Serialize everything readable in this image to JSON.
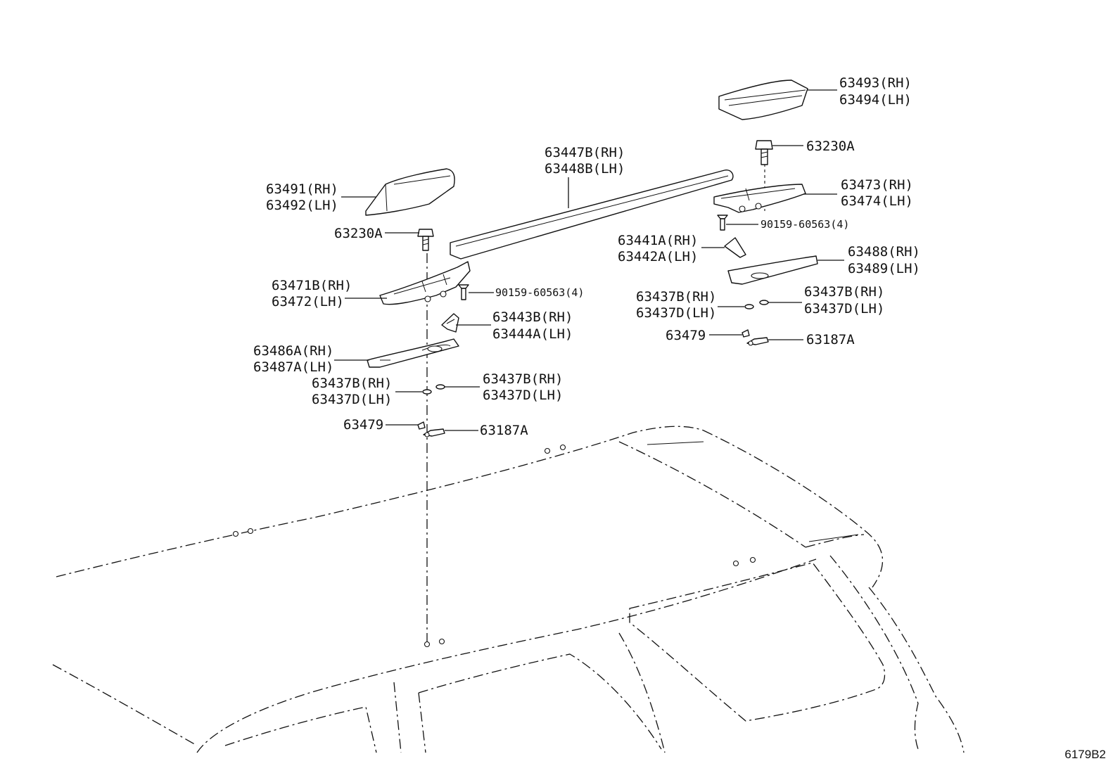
{
  "labels": {
    "end_cover_front_rh": "63491(RH)",
    "end_cover_front_lh": "63492(LH)",
    "bolt_front": "63230A",
    "rail_rh": "63447B(RH)",
    "rail_lh": "63448B(LH)",
    "leg_front_rh": "63471B(RH)",
    "leg_front_lh": "63472(LH)",
    "screw_front": "90159-60563(4)",
    "bracket_front_rh": "63443B(RH)",
    "bracket_front_lh": "63444A(LH)",
    "pad_front_rh": "63486A(RH)",
    "pad_front_lh": "63487A(LH)",
    "clip_front_left_rh": "63437B(RH)",
    "clip_front_left_lh": "63437D(LH)",
    "clip_front_right_rh": "63437B(RH)",
    "clip_front_right_lh": "63437D(LH)",
    "nut_front": "63479",
    "stud_front": "63187A",
    "end_cover_rear_rh": "63493(RH)",
    "end_cover_rear_lh": "63494(LH)",
    "bolt_rear": "63230A",
    "leg_rear_rh": "63473(RH)",
    "leg_rear_lh": "63474(LH)",
    "screw_rear": "90159-60563(4)",
    "bracket_rear_rh": "63441A(RH)",
    "bracket_rear_lh": "63442A(LH)",
    "pad_rear_rh": "63488(RH)",
    "pad_rear_lh": "63489(LH)",
    "clip_rear_left_rh": "63437B(RH)",
    "clip_rear_left_lh": "63437D(LH)",
    "clip_rear_right_rh": "63437B(RH)",
    "clip_rear_right_lh": "63437D(LH)",
    "nut_rear": "63479",
    "stud_rear": "63187A"
  },
  "figure_code": "6179B2"
}
